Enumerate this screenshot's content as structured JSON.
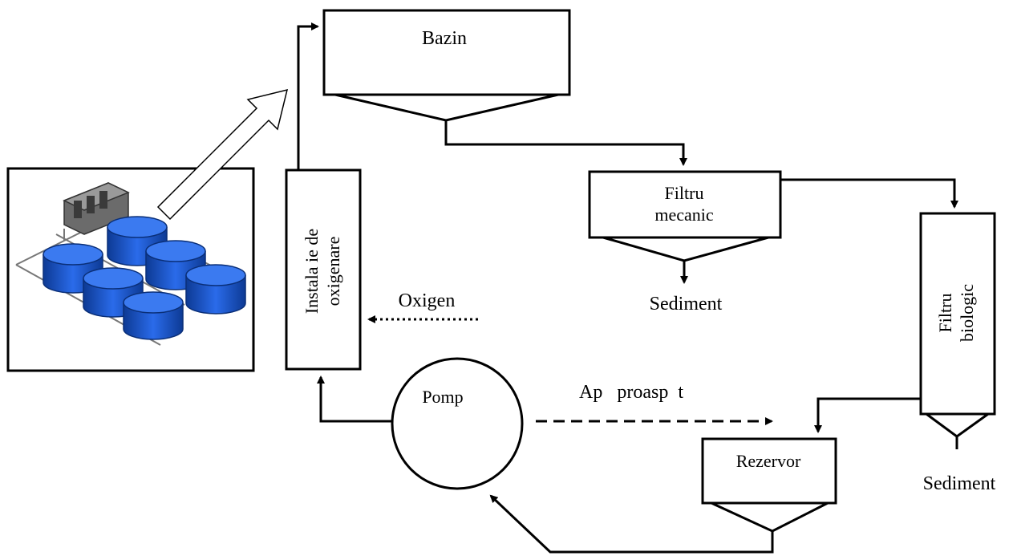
{
  "nodes": {
    "bazin": "Bazin",
    "filtru_mecanic_1": "Filtru",
    "filtru_mecanic_2": "mecanic",
    "filtru_biologic_1": "Filtru",
    "filtru_biologic_2": "biologic",
    "oxigenare_1": "Instala ie de",
    "oxigenare_2": "oxigenare",
    "pompa": "Pomp",
    "rezervor": "Rezervor"
  },
  "labels": {
    "sediment_mecanic": "Sediment",
    "sediment_biologic": "Sediment",
    "oxigen": "Oxigen",
    "apa_proaspata": "Ap   proasp  t"
  },
  "colors": {
    "line": "#000000",
    "tank_blue": "#1f5fd6",
    "tank_blue_dark": "#0d3a94",
    "unit_gray": "#555555"
  },
  "icons": {
    "illustration": "aquaculture-tanks-illustration"
  }
}
